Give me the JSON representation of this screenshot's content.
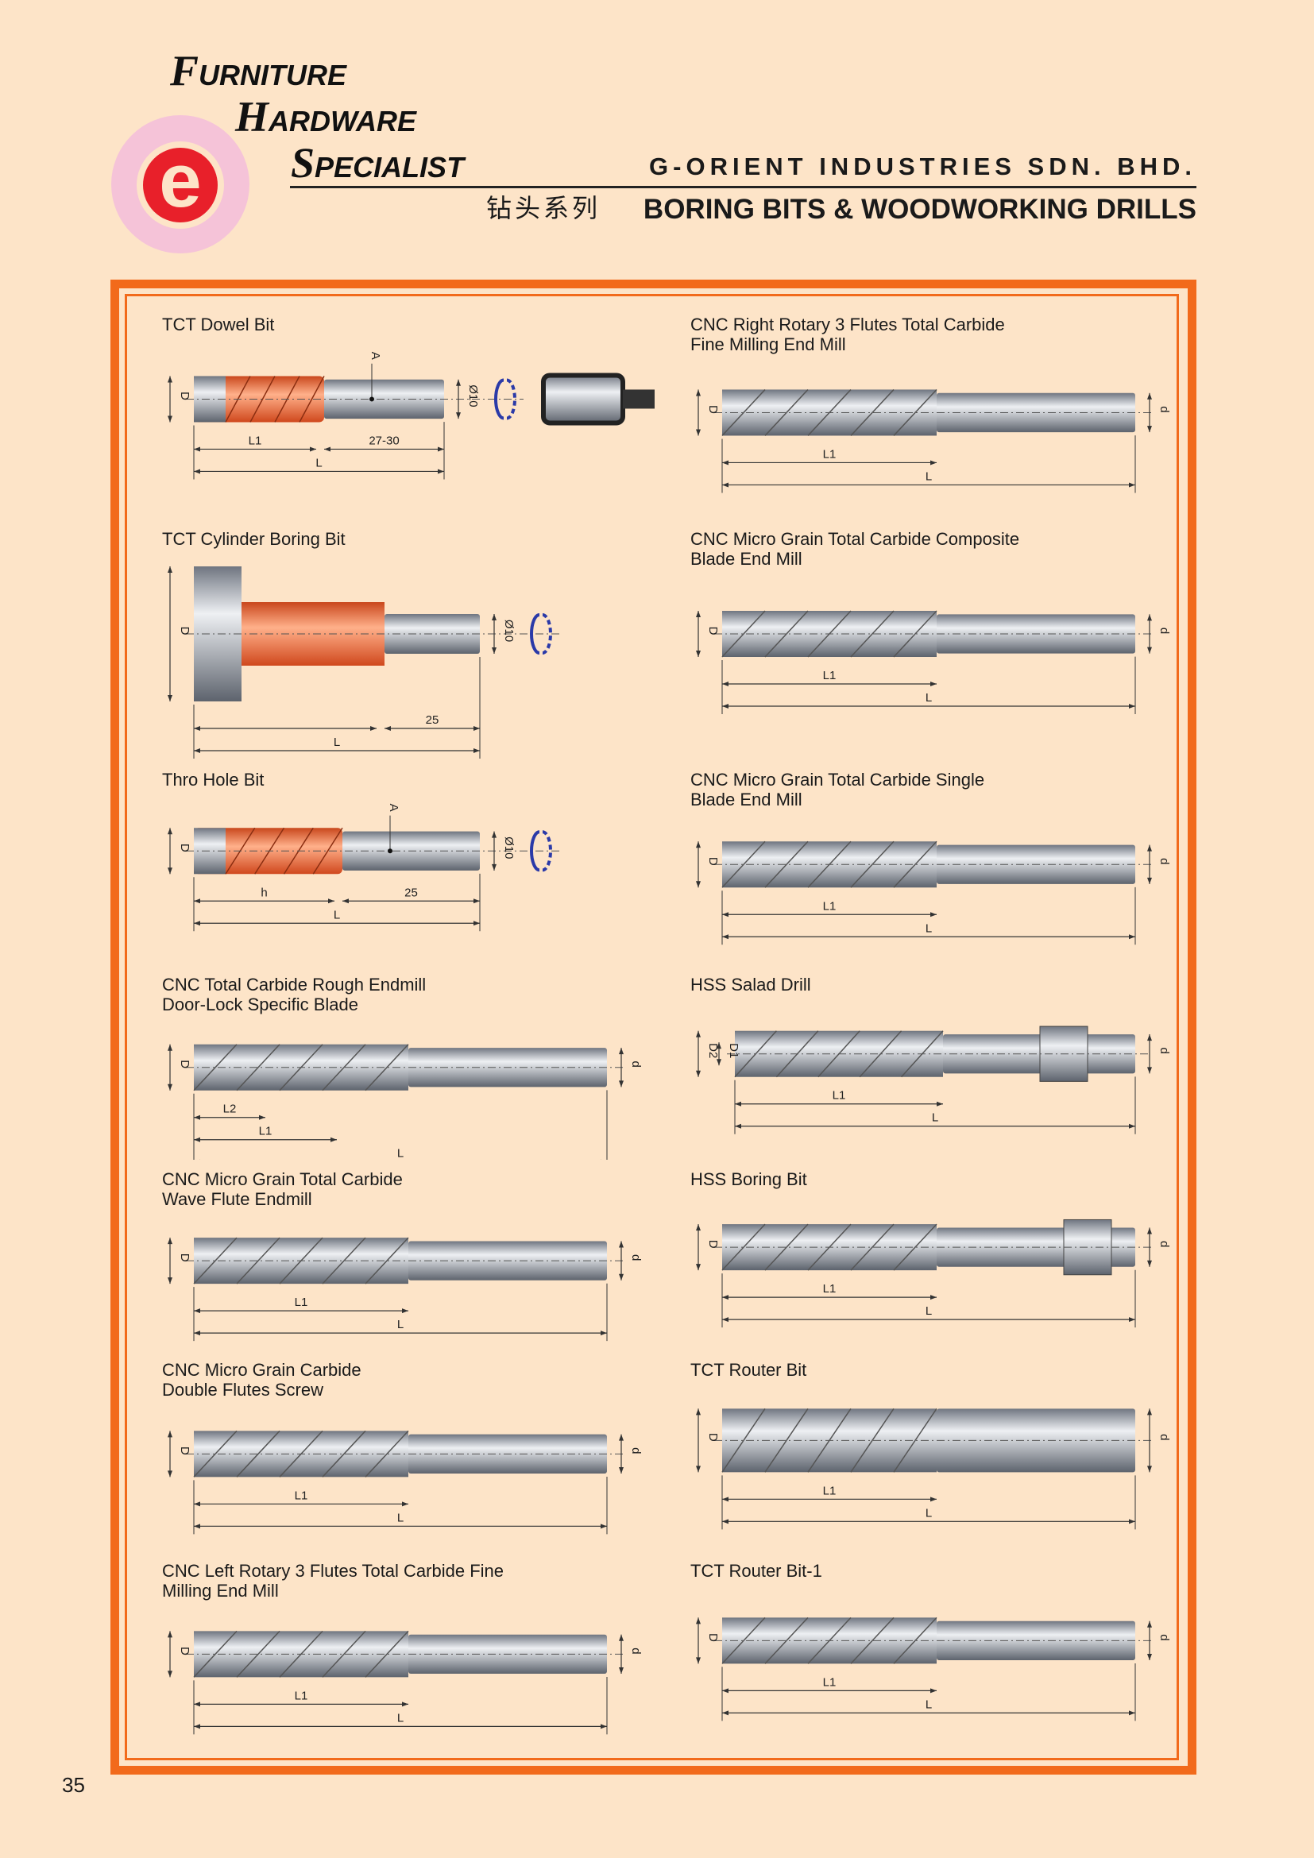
{
  "header": {
    "brand_lines": [
      {
        "cap": "F",
        "rest": "URNITURE"
      },
      {
        "cap": "H",
        "rest": "ARDWARE"
      },
      {
        "cap": "S",
        "rest": "PECIALIST"
      }
    ],
    "logo_letter": "e",
    "company": "G-ORIENT INDUSTRIES SDN. BHD.",
    "chinese_title": "钻头系列",
    "series_title": "BORING BITS & WOODWORKING DRILLS"
  },
  "colors": {
    "frame": "#f26a1b",
    "background": "#fde4c8",
    "carbide_orange": "#ef6a3a",
    "steel": "#b7bcc4",
    "arrow_blue": "#2b3aa8"
  },
  "items": [
    {
      "title": "TCT Dowel Bit",
      "style": "orange",
      "left": "D",
      "rows": [
        [
          "L1",
          "27-30"
        ],
        [
          "L"
        ]
      ],
      "right": "Ø10",
      "extra": "A",
      "adapter": true
    },
    {
      "title": "CNC Right Rotary 3 Flutes Total Carbide\nFine Milling End Mill",
      "style": "steel",
      "left": "D",
      "rows": [
        [
          "L1"
        ],
        [
          "L"
        ]
      ],
      "right": "d"
    },
    {
      "title": "TCT Cylinder Boring Bit",
      "style": "cylinder",
      "left": "D",
      "rows": [
        [
          "",
          "25"
        ],
        [
          "L"
        ]
      ],
      "right": "Ø10",
      "rotate": true
    },
    {
      "title": "CNC Micro Grain Total Carbide Composite\nBlade End Mill",
      "style": "steel",
      "left": "D",
      "rows": [
        [
          "L1"
        ],
        [
          "L"
        ]
      ],
      "right": "d"
    },
    {
      "title": "Thro Hole Bit",
      "style": "orange",
      "left": "D",
      "rows": [
        [
          "h",
          "25"
        ],
        [
          "L"
        ]
      ],
      "right": "Ø10",
      "extra": "A",
      "rotate": true
    },
    {
      "title": "CNC Micro Grain Total Carbide Single\nBlade End Mill",
      "style": "steel",
      "left": "D",
      "rows": [
        [
          "L1"
        ],
        [
          "L"
        ]
      ],
      "right": "d"
    },
    {
      "title": "CNC Total Carbide Rough Endmill\nDoor-Lock Specific Blade",
      "style": "steel",
      "left": "D",
      "rows": [
        [
          "L2"
        ],
        [
          "L1"
        ],
        [
          "L"
        ]
      ],
      "right": "d"
    },
    {
      "title": "HSS Salad Drill",
      "style": "salad",
      "left": "D2",
      "left2": "D1",
      "rows": [
        [
          "L1"
        ],
        [
          "L"
        ]
      ],
      "right": "d"
    },
    {
      "title": "CNC Micro Grain Total Carbide\nWave Flute Endmill",
      "style": "steel",
      "left": "D",
      "rows": [
        [
          "L1"
        ],
        [
          "L"
        ]
      ],
      "right": "d"
    },
    {
      "title": "HSS Boring Bit",
      "style": "hssboring",
      "left": "D",
      "rows": [
        [
          "L1"
        ],
        [
          "L"
        ]
      ],
      "right": "d"
    },
    {
      "title": "CNC Micro Grain Carbide\nDouble Flutes Screw",
      "style": "steel",
      "left": "D",
      "rows": [
        [
          "L1"
        ],
        [
          "L"
        ]
      ],
      "right": "d"
    },
    {
      "title": "TCT Router Bit",
      "style": "router",
      "left": "D",
      "rows": [
        [
          "L1"
        ],
        [
          "L"
        ]
      ],
      "right": "d"
    },
    {
      "title": "CNC Left Rotary 3 Flutes Total Carbide Fine\nMilling End Mill",
      "style": "steel",
      "left": "D",
      "rows": [
        [
          "L1"
        ],
        [
          "L"
        ]
      ],
      "right": "d"
    },
    {
      "title": "TCT Router Bit-1",
      "style": "router1",
      "left": "D",
      "rows": [
        [
          "L1"
        ],
        [
          "L"
        ]
      ],
      "right": "d"
    }
  ],
  "page_number": "35"
}
